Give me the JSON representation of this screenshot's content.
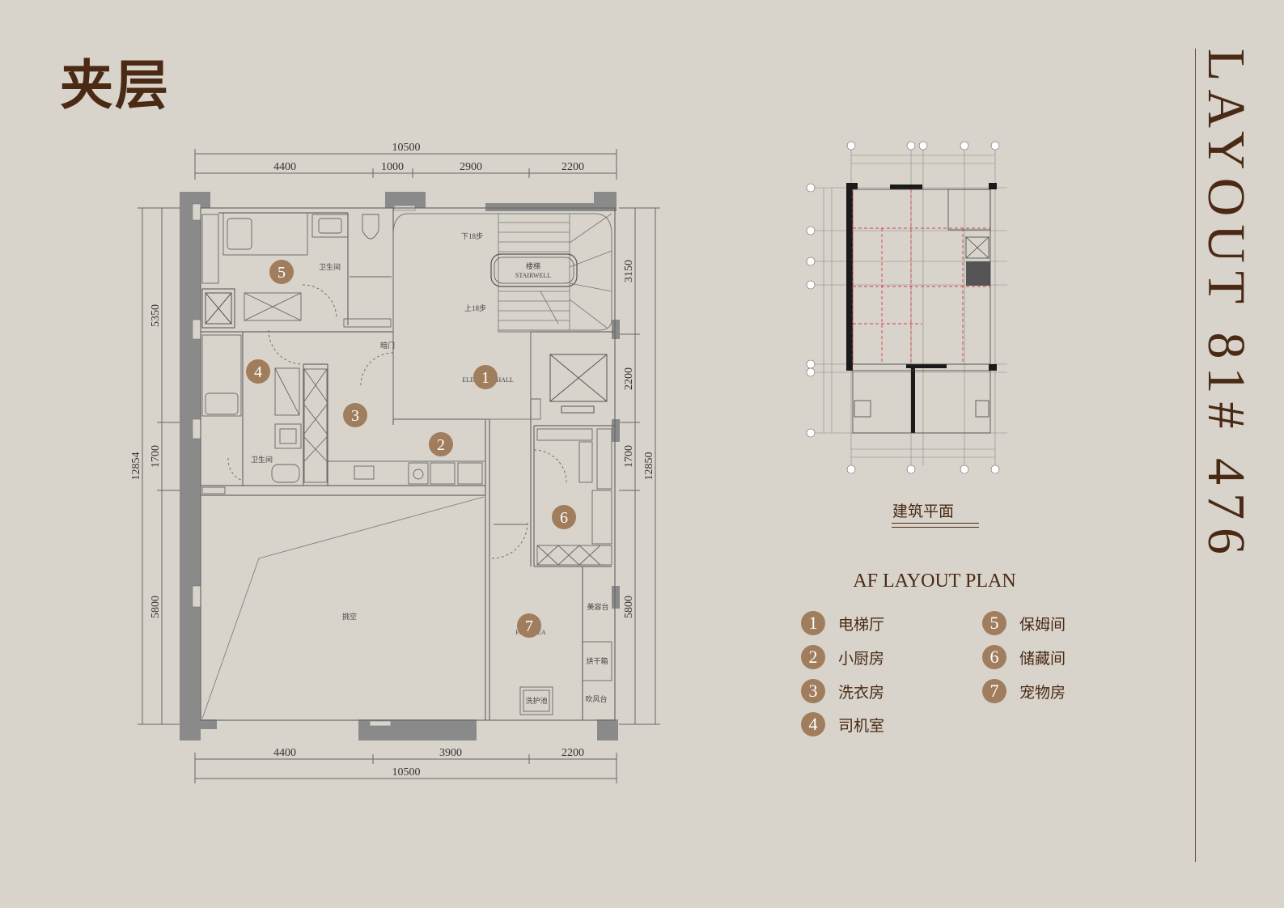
{
  "header": {
    "title": "夹层"
  },
  "side_title": "LAYOUT 81# 476",
  "plan": {
    "dims_top": [
      "10500",
      "4400",
      "1000",
      "2900",
      "2200"
    ],
    "dims_bottom": [
      "4400",
      "3900",
      "2200",
      "10500"
    ],
    "dims_left": [
      "5350",
      "12854",
      "1700",
      "5800"
    ],
    "dims_right": [
      "3150",
      "2200",
      "1700",
      "12850",
      "5800"
    ],
    "rooms": {
      "bathroom_top": "卫生间",
      "bathroom_bottom": "卫生间",
      "stair_down": "下18步",
      "stair_up": "上18步",
      "stair_cn": "楼梯",
      "stair_en": "STAIRWELL",
      "hidden_door": "暗门",
      "elevator_hall": "ELEVATOR HALL",
      "void": "挑空",
      "pet_area": "PET AREA",
      "grooming_table": "美容台",
      "dryer": "烘干箱",
      "bath_tub": "洗护池",
      "blower": "吹风台"
    },
    "markers": [
      "1",
      "2",
      "3",
      "4",
      "5",
      "6",
      "7"
    ]
  },
  "mini_plan": {
    "caption": "建筑平面"
  },
  "legend": {
    "title": "AF LAYOUT PLAN",
    "items": [
      {
        "num": "1",
        "label": "电梯厅"
      },
      {
        "num": "2",
        "label": "小厨房"
      },
      {
        "num": "3",
        "label": "洗衣房"
      },
      {
        "num": "4",
        "label": "司机室"
      },
      {
        "num": "5",
        "label": "保姆间"
      },
      {
        "num": "6",
        "label": "储藏间"
      },
      {
        "num": "7",
        "label": "宠物房"
      }
    ]
  },
  "colors": {
    "accent": "#a07d5c",
    "text": "#4a2a14",
    "wall": "#8a8a8a",
    "background": "#d8d4cb"
  }
}
